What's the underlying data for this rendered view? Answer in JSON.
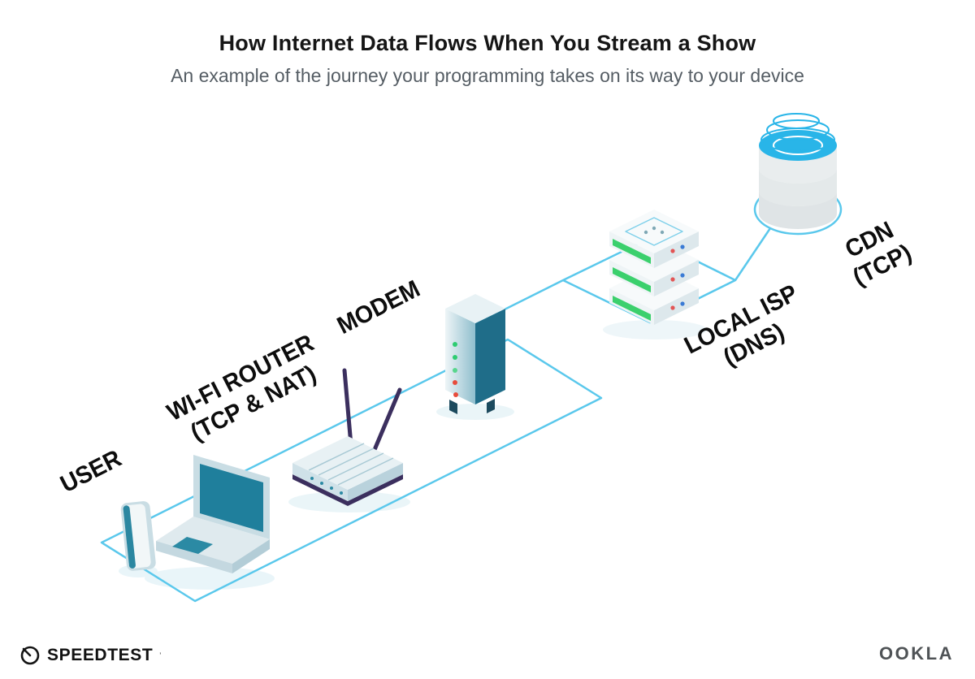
{
  "header": {
    "title": "How Internet Data Flows When You Stream a Show",
    "subtitle": "An example of the journey your programming takes on its way to your device"
  },
  "nodes": {
    "user": {
      "label": "USER",
      "sublabel": ""
    },
    "router": {
      "label": "WI-FI ROUTER",
      "sublabel": "(TCP & NAT)"
    },
    "modem": {
      "label": "MODEM",
      "sublabel": ""
    },
    "isp": {
      "label": "LOCAL ISP",
      "sublabel": "(DNS)"
    },
    "cdn": {
      "label": "CDN",
      "sublabel": "(TCP)"
    }
  },
  "footer": {
    "speedtest_label": "SPEEDTEST",
    "speedtest_mark": "’",
    "ookla_label": "OOKLA"
  },
  "icons": {
    "gauge": "speedtest-gauge-icon",
    "phone": "phone-icon",
    "laptop": "laptop-icon",
    "router": "wifi-router-icon",
    "modem": "modem-icon",
    "server": "isp-server-icon",
    "database": "cdn-database-icon"
  },
  "colors": {
    "connection_line": "#5ac8ec",
    "device_teal": "#1f7f9c",
    "device_light": "#dce8ec",
    "server_green": "#3bd06d",
    "cdn_cyan": "#29b5e8",
    "antenna_navy": "#3b2f5e",
    "led_green": "#2ecc71",
    "led_red": "#e74c3c",
    "title_text": "#161616",
    "subtitle_text": "#555d64",
    "ookla_gray": "#4f5356"
  }
}
